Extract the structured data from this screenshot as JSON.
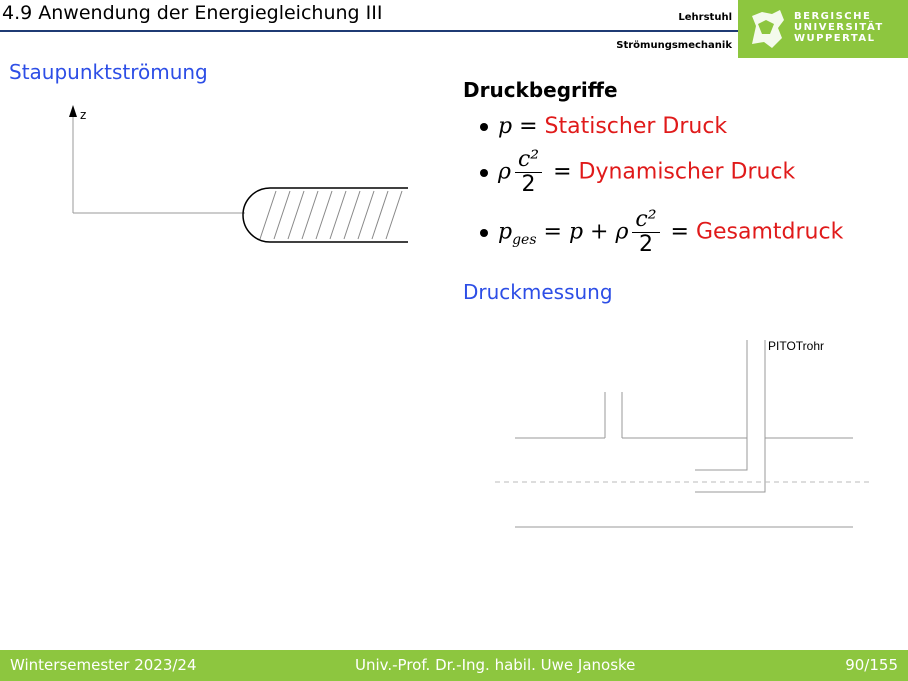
{
  "header": {
    "title": "4.9 Anwendung der Energiegleichung III",
    "chair_line1": "Lehrstuhl",
    "chair_line2": "Strömungsmechanik",
    "logo_lines": [
      "BERGISCHE",
      "UNIVERSITÄT",
      "WUPPERTAL"
    ]
  },
  "left": {
    "heading": "Staupunktströmung",
    "axis_label": "z"
  },
  "right": {
    "heading": "Druckbegriffe",
    "items": [
      {
        "formula_var": "p",
        "label": "Statischer Druck"
      },
      {
        "formula_rho": "ρ",
        "frac_num": "c²",
        "frac_den": "2",
        "label": "Dynamischer Druck"
      },
      {
        "formula_lhs": "p",
        "lhs_sub": "ges",
        "formula_mid": "= p +",
        "formula_rho": "ρ",
        "frac_num": "c²",
        "frac_den": "2",
        "label": "Gesamtdruck"
      }
    ],
    "measure_heading": "Druckmessung",
    "pitot_label": "PITOTrohr"
  },
  "footer": {
    "semester": "Wintersemester 2023/24",
    "author": "Univ.-Prof. Dr.-Ing. habil. Uwe Janoske",
    "page": "90/155"
  },
  "colors": {
    "accent_green": "#8dc63f",
    "heading_blue": "#2d4ee6",
    "label_red": "#e01a1a",
    "rule_navy": "#1f3b74"
  }
}
